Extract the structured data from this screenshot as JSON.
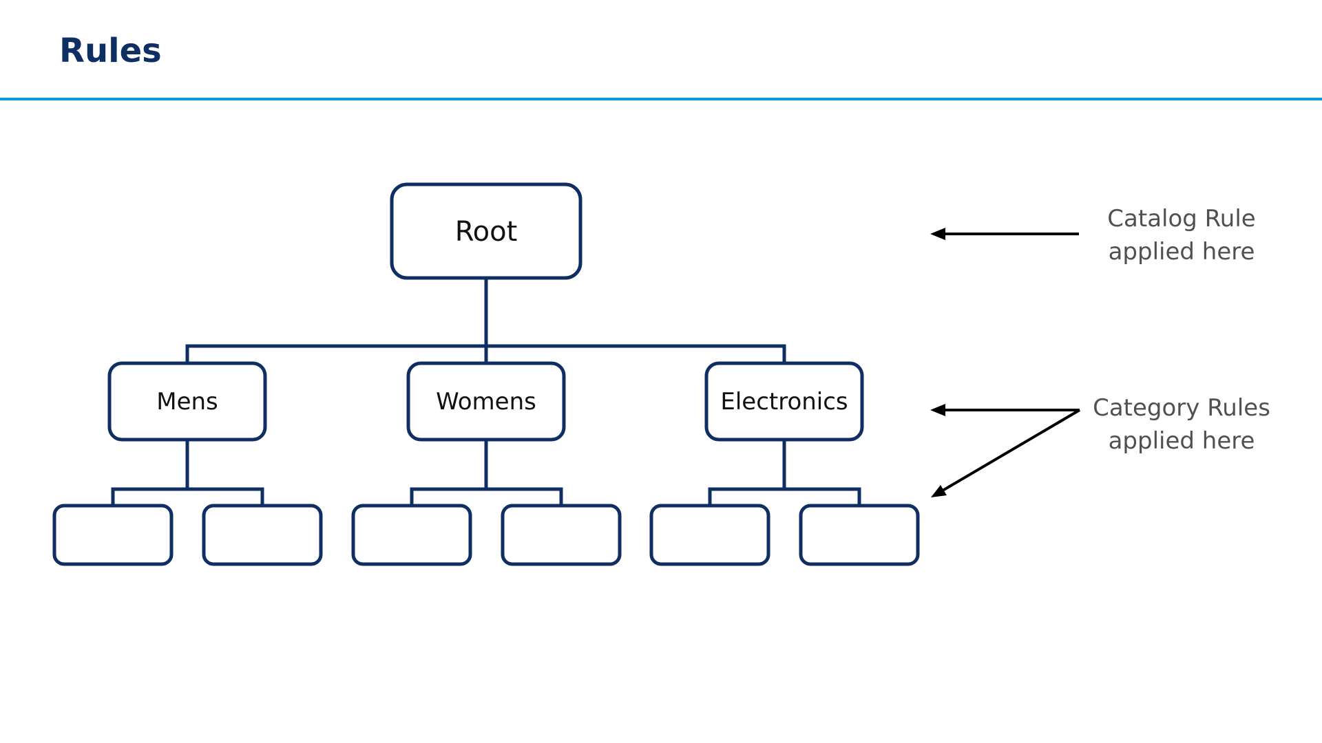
{
  "slide": {
    "title": "Rules"
  },
  "tree": {
    "root": {
      "label": "Root"
    },
    "categories": [
      {
        "label": "Mens"
      },
      {
        "label": "Womens"
      },
      {
        "label": "Electronics"
      }
    ],
    "leaves": [
      {
        "label": ""
      },
      {
        "label": ""
      },
      {
        "label": ""
      },
      {
        "label": ""
      },
      {
        "label": ""
      },
      {
        "label": ""
      }
    ]
  },
  "annotations": {
    "catalog_rule": {
      "line1": "Catalog Rule",
      "line2": "applied here"
    },
    "category_rules": {
      "line1": "Category Rules",
      "line2": "applied here"
    }
  },
  "colors": {
    "title": "#0f2f63",
    "rule_line": "#0a9bd8",
    "box_border": "#0f2f63",
    "annotation_text": "#505050",
    "arrow": "#000000"
  }
}
